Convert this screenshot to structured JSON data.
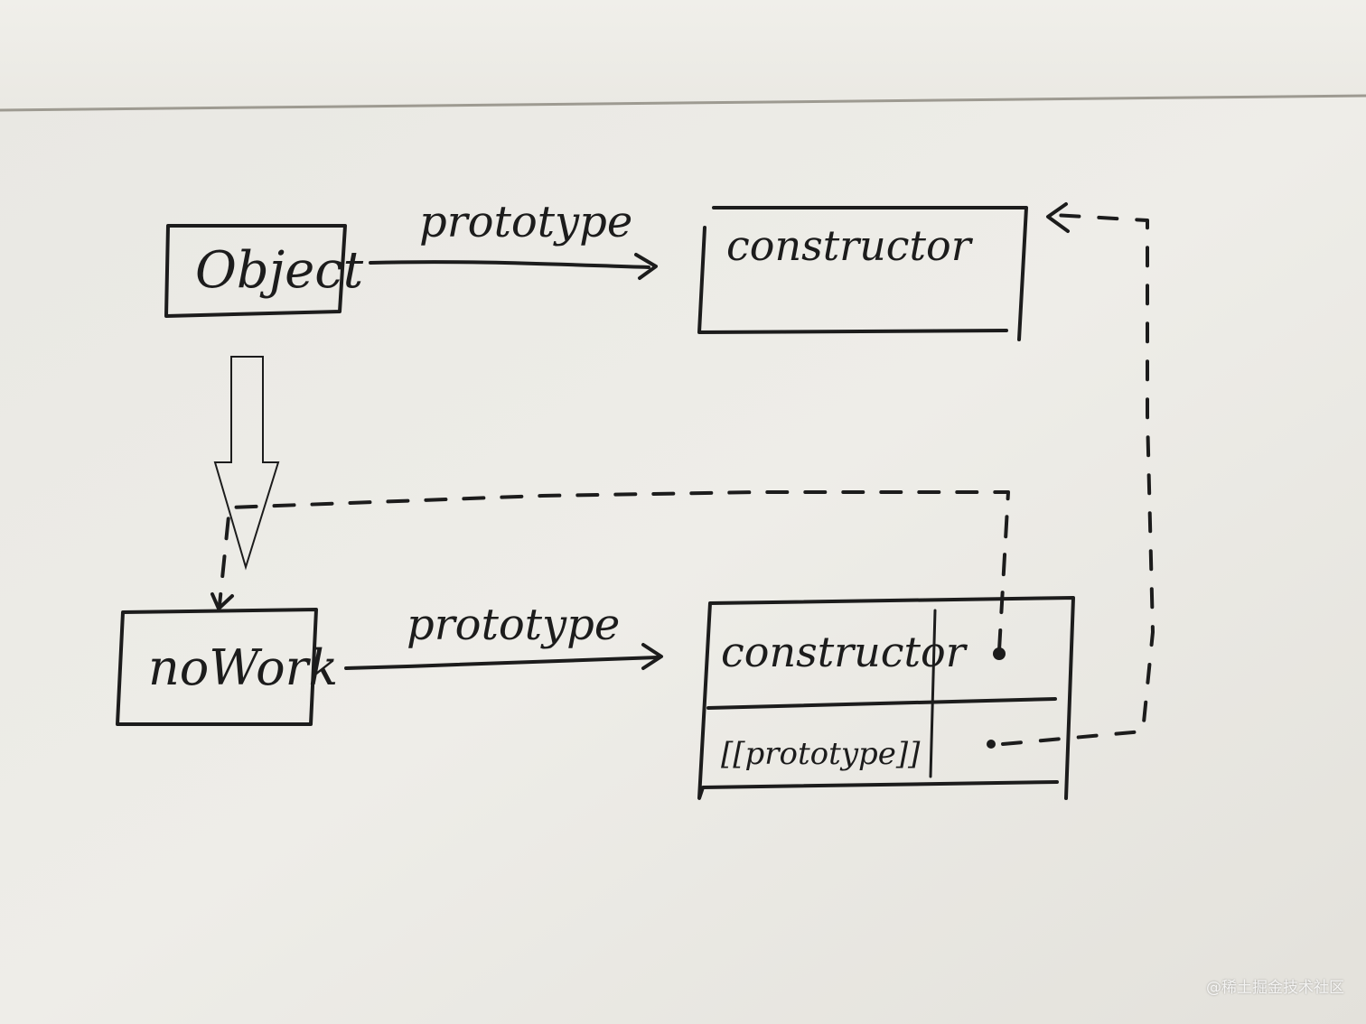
{
  "diagram": {
    "boxes": {
      "object": {
        "label": "Object"
      },
      "object_prototype": {
        "label": "constructor"
      },
      "nowork": {
        "label": "noWork"
      },
      "nowork_prototype": {
        "row1_label": "constructor",
        "row2_label": "[[prototype]]"
      }
    },
    "edges": {
      "object_to_proto": {
        "label": "prototype"
      },
      "nowork_to_proto": {
        "label": "prototype"
      }
    }
  },
  "watermark": {
    "text": "@稀土掘金技术社区"
  },
  "colors": {
    "paper": "#ebe9e4",
    "ink": "#1c1c1c",
    "shadow": "#b9b6ad"
  }
}
